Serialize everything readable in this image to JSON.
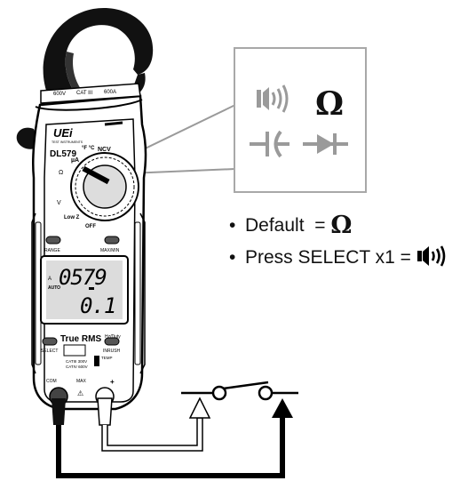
{
  "meter": {
    "brand": "UEi",
    "brand_sub": "TEST INSTRUMENTS",
    "model": "DL579",
    "rating_left": "600V",
    "rating_mid": "CAT III",
    "rating_right": "600A",
    "dial_ncv": "NCV",
    "dial_temp": "°F °C",
    "dial_ua": "µA",
    "dial_ohm": "Ω",
    "dial_acv": "V",
    "dial_lowz": "Low Z",
    "dial_off": "OFF",
    "btn_range": "RANGE",
    "btn_maxmin": "MAX/MIN",
    "btn_select": "SELECT",
    "btn_inrush": "INRUSH",
    "true_rms": "True RMS",
    "hz_duty": "Hz/Duty",
    "lcd_ac": "A",
    "lcd_auto": "AUTO",
    "lcd_main": "0579",
    "lcd_sub": "0.1",
    "cat_line1": "CATIII 300V",
    "cat_line2": "CATIV 600V",
    "temp_label": "TEMP",
    "jack_com": "COM",
    "jack_max": "MAX",
    "jack_plus": "+"
  },
  "callout": {
    "icons": [
      "speaker-icon",
      "ohm-icon",
      "capacitor-icon",
      "diode-icon"
    ]
  },
  "notes": [
    {
      "prefix": "Default  = ",
      "symbol": "Ω"
    },
    {
      "prefix": "Press SELECT x1 = ",
      "symbol": "speaker-icon"
    }
  ],
  "colors": {
    "callout_gray": "#9a9a9a",
    "meter_outline": "#000000",
    "lcd_bg": "#dcdcdc"
  }
}
